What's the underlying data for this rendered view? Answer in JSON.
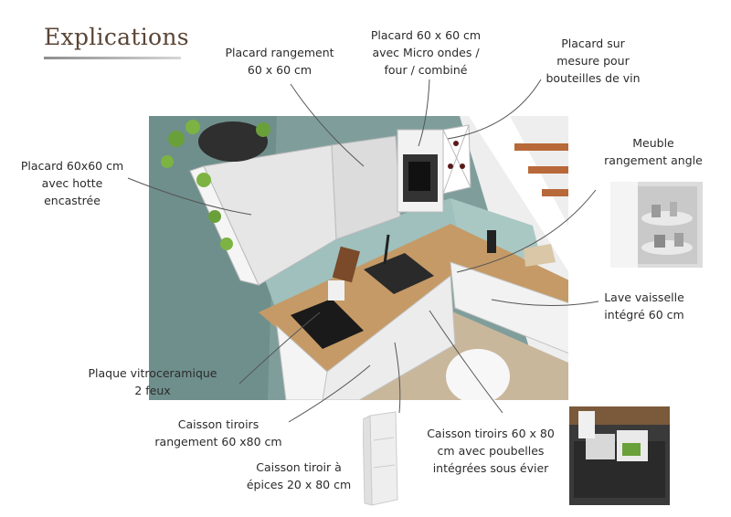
{
  "header": {
    "title": "Explications"
  },
  "labels": {
    "placard_rangement": [
      "Placard rangement",
      "60 x 60 cm"
    ],
    "placard_micro": [
      "Placard 60 x 60 cm",
      "avec Micro ondes /",
      "four / combiné"
    ],
    "placard_vin": [
      "Placard sur",
      "mesure pour",
      "bouteilles de vin"
    ],
    "placard_hotte": [
      "Placard 60x60 cm",
      "avec hotte",
      "encastrée"
    ],
    "meuble_angle": [
      "Meuble",
      "rangement angle"
    ],
    "lave_vaisselle": [
      "Lave vaisselle",
      "intégré 60 cm"
    ],
    "plaque": [
      "Plaque vitroceramique",
      "2 feux"
    ],
    "caisson_tiroirs": [
      "Caisson tiroirs",
      "rangement 60 x80 cm"
    ],
    "caisson_poubelles": [
      "Caisson tiroirs 60 x 80",
      "cm avec poubelles",
      "intégrées sous évier"
    ],
    "caisson_epices": [
      "Caisson tiroir  à",
      "épices 20 x 80 cm"
    ]
  },
  "colors": {
    "title": "#5a4536",
    "wall": "#7f9e9b",
    "cabinet": "#e3e3e3",
    "worktop": "#c59a66",
    "floor": "#c9b79c",
    "leader_line": "#555555"
  },
  "icons": {
    "plant": "plant-icon",
    "microwave": "microwave-icon",
    "sink": "sink-icon",
    "hob": "hob-icon"
  }
}
